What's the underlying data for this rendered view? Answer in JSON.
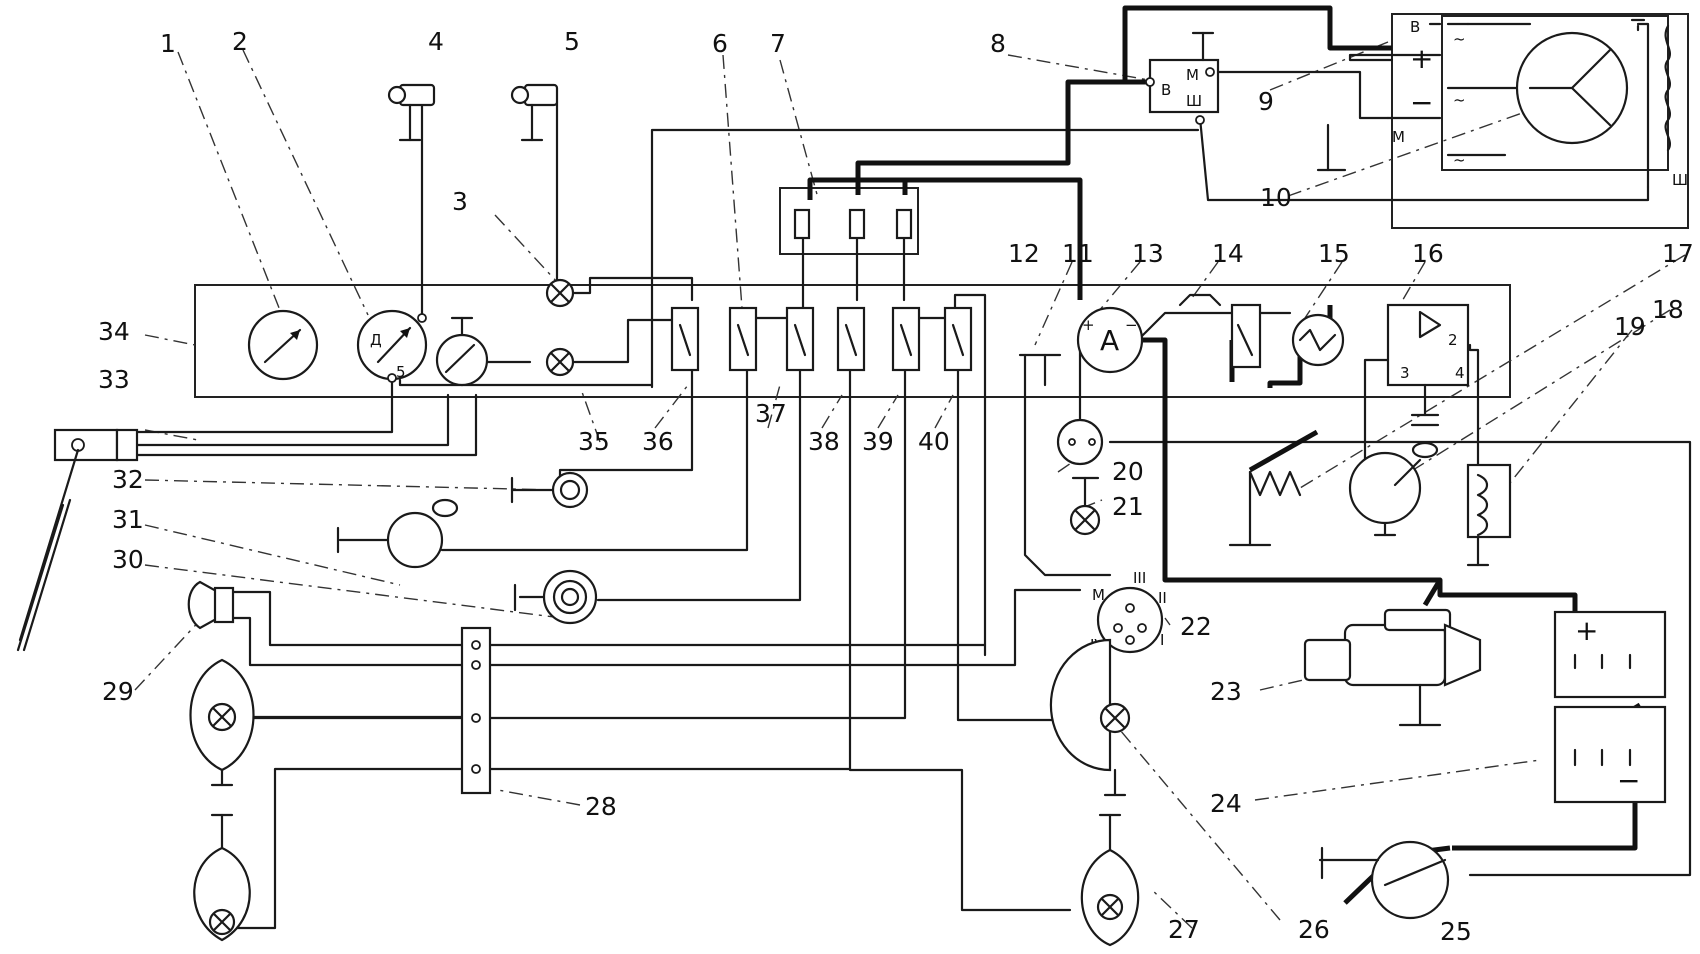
{
  "labels": {
    "n1": "1",
    "n2": "2",
    "n3": "3",
    "n4": "4",
    "n5": "5",
    "n6": "6",
    "n7": "7",
    "n8": "8",
    "n9": "9",
    "n10": "10",
    "n11": "11",
    "n12": "12",
    "n13": "13",
    "n14": "14",
    "n15": "15",
    "n16": "16",
    "n17": "17",
    "n18": "18",
    "n19": "19",
    "n20": "20",
    "n21": "21",
    "n22": "22",
    "n23": "23",
    "n24": "24",
    "n25": "25",
    "n26": "26",
    "n27": "27",
    "n28": "28",
    "n29": "29",
    "n30": "30",
    "n31": "31",
    "n32": "32",
    "n33": "33",
    "n34": "34",
    "n35": "35",
    "n36": "36",
    "n37": "37",
    "n38": "38",
    "n39": "39",
    "n40": "40"
  },
  "terminals": {
    "relay_b": "В",
    "relay_m": "М",
    "relay_sh": "Ш",
    "gen_b": "В",
    "gen_plus": "+",
    "gen_minus": "−",
    "gen_m": "М",
    "gen_sh": "Ш",
    "gen_ac": "~",
    "ammeter_a": "A",
    "ammeter_plus": "+",
    "ammeter_minus": "−",
    "gauge_d": "Д",
    "gauge_5": "5",
    "ign_m": "М",
    "ign_1": "I",
    "ign_2": "II",
    "ign_3": "III",
    "ign_4": "IV",
    "sw16_2": "2",
    "sw16_3": "3",
    "sw16_4": "4",
    "bat_plus": "+",
    "bat_minus": "−"
  },
  "icons": [
    "gauge-icon",
    "lamp-icon",
    "switch-icon",
    "fuse-icon",
    "generator-icon",
    "battery-icon",
    "headlight-icon",
    "motor-icon",
    "horn-icon",
    "ground-icon"
  ]
}
